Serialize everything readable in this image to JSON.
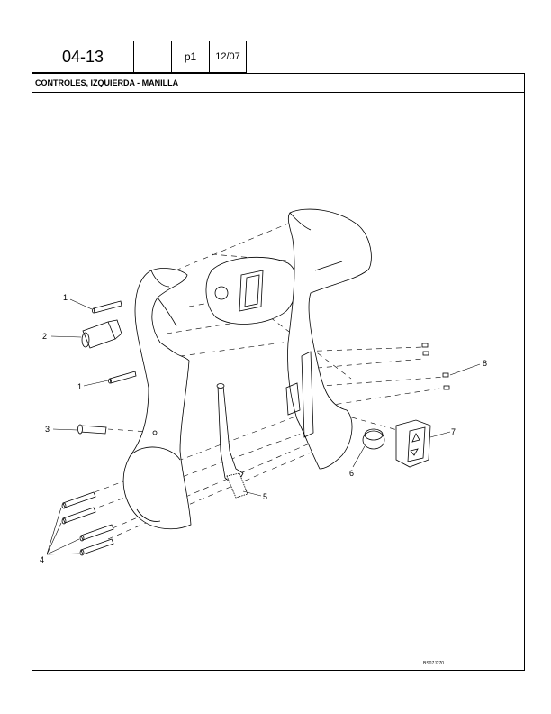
{
  "header": {
    "section": "04-13",
    "blank": "",
    "page": "p1",
    "date": "12/07"
  },
  "title": "CONTROLES, IZQUIERDA - MANILLA",
  "callouts": [
    "1",
    "2",
    "1",
    "3",
    "4",
    "5",
    "6",
    "7",
    "8"
  ],
  "drawing_ref": "BS07J270"
}
